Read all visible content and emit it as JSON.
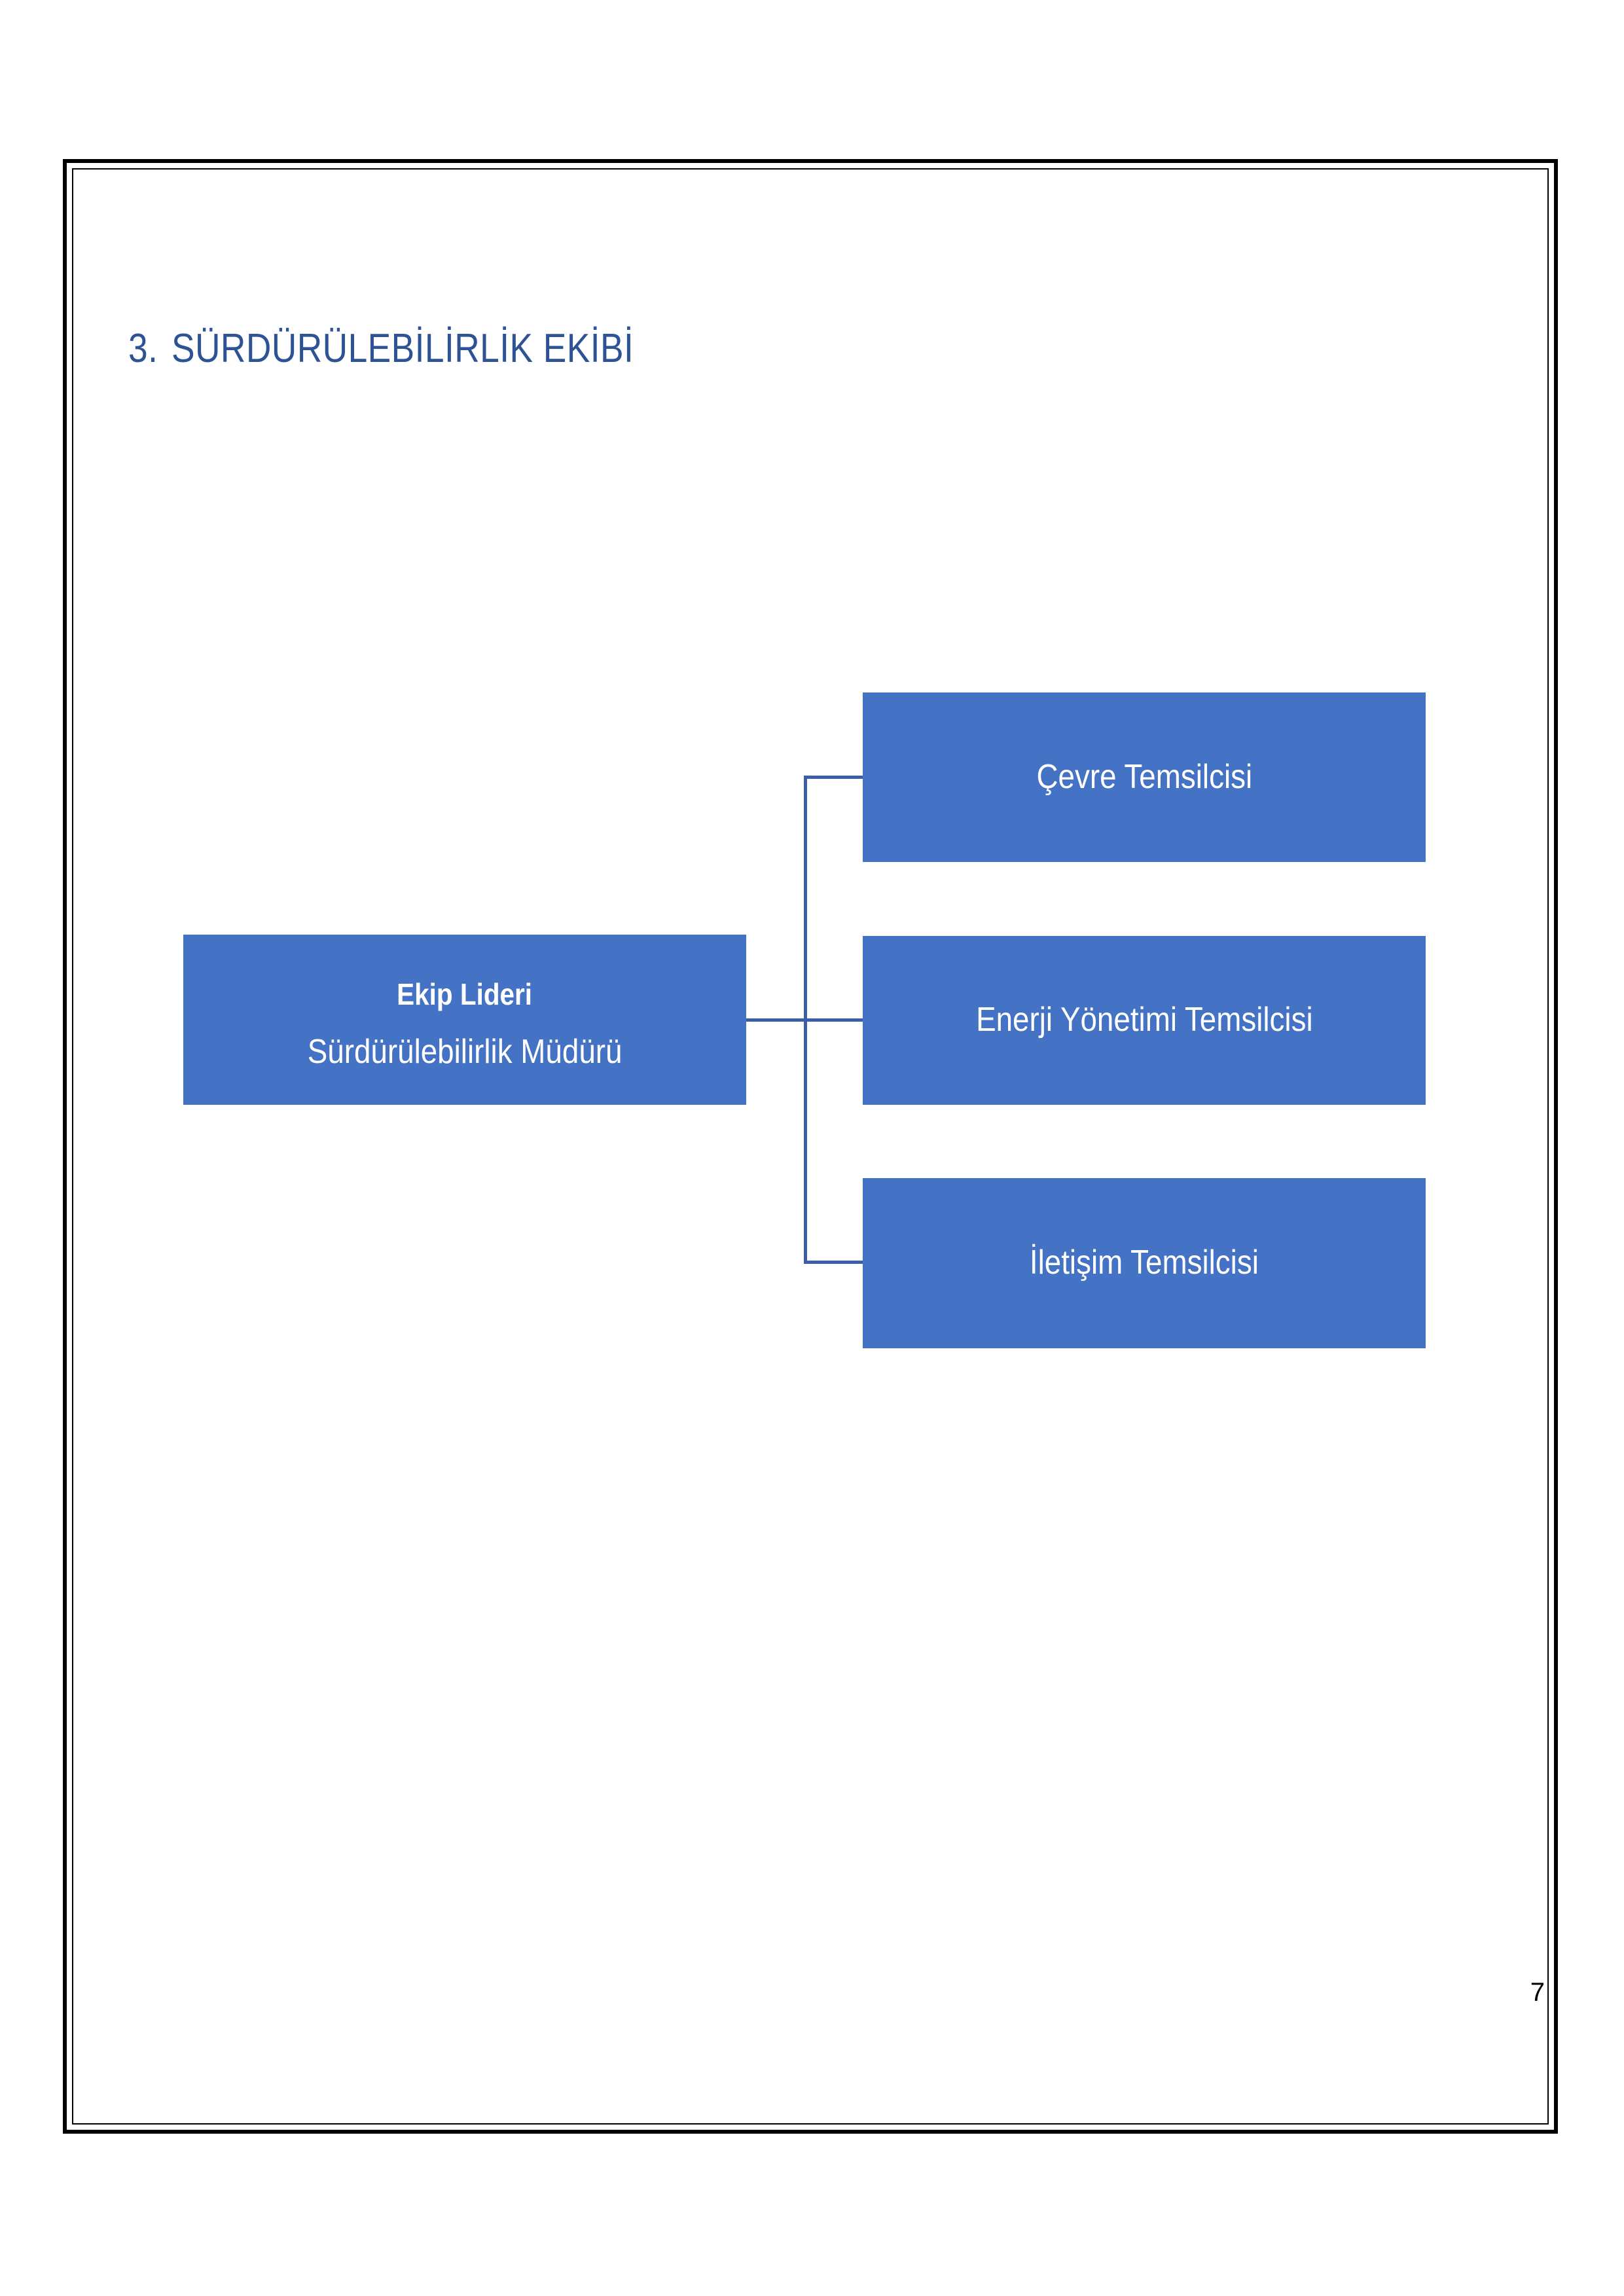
{
  "page": {
    "number": "7",
    "border_color": "#000000",
    "background": "#ffffff"
  },
  "heading": {
    "number": "3.",
    "text": "SÜRDÜRÜLEBİLİRLİK EKİBİ",
    "color": "#2E5395"
  },
  "org_chart": {
    "type": "hierarchy",
    "box_fill": "#4472C4",
    "box_text_color": "#FFFFFF",
    "connector_color": "#3A5FA8",
    "leader": {
      "title": "Ekip Lideri",
      "subtitle": "Sürdürülebilirlik Müdürü"
    },
    "children": [
      {
        "label": "Çevre Temsilcisi"
      },
      {
        "label": "Enerji Yönetimi Temsilcisi"
      },
      {
        "label": "İletişim Temsilcisi"
      }
    ]
  }
}
